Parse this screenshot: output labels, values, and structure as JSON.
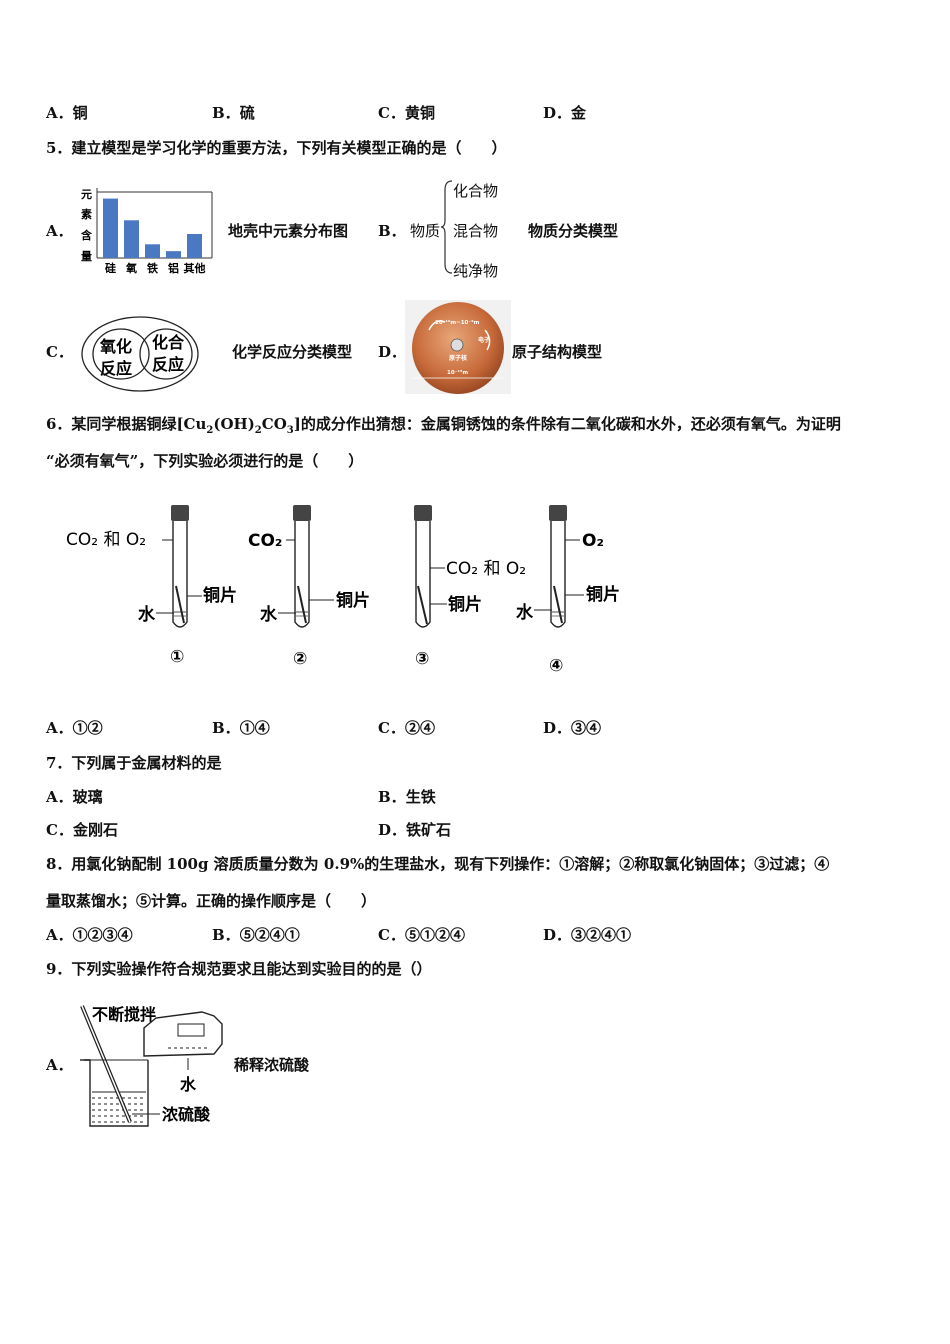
{
  "q4": {
    "options": [
      {
        "key": "A．",
        "text": "铜"
      },
      {
        "key": "B．",
        "text": "硫"
      },
      {
        "key": "C．",
        "text": "黄铜"
      },
      {
        "key": "D．",
        "text": "金"
      }
    ]
  },
  "q5": {
    "stem": "5．建立模型是学习化学的重要方法，下列有关模型正确的是（　　）",
    "a_key": "A．",
    "a_caption": "地壳中元素分布图",
    "b_key": "B．",
    "b_caption": "物质分类模型",
    "c_key": "C．",
    "c_caption": "化学反应分类模型",
    "d_key": "D．",
    "d_caption": "原子结构模型",
    "chart_data": {
      "type": "bar",
      "categories": [
        "硅",
        "氧",
        "铁",
        "铝",
        "其他"
      ],
      "values": [
        52,
        33,
        12,
        6,
        21
      ],
      "ylabel": "元素含量",
      "grid": false,
      "color": "#4a78c2"
    },
    "b_diagram": {
      "root": "物质",
      "branches": [
        "化合物",
        "混合物",
        "纯净物"
      ]
    },
    "c_diagram": {
      "left": [
        "氧化",
        "反应"
      ],
      "right": [
        "化合",
        "反应"
      ]
    },
    "d_diagram": {
      "top": "10⁻¹⁰m~10⁻⁹m",
      "nucleus": "原子核",
      "electron": "电子",
      "bottom": "10⁻¹⁵m"
    }
  },
  "q6": {
    "stem_l1_a": "6．某同学根据铜绿[Cu",
    "sub2": "2",
    "stem_l1_b": "(OH)",
    "stem_l1_c": "CO",
    "sub3": "3",
    "stem_l1_d": "]的成分作出猜想：金属铜锈蚀的条件除有二氧化碳和水外，还必须有氧气。为证明",
    "stem_l2": "“必须有氧气”，下列实验必须进行的是（　　）",
    "tubes": [
      {
        "gas": "CO₂ 和 O₂",
        "metal": "铜片",
        "water": "水",
        "num": "①"
      },
      {
        "gas": "CO₂",
        "metal": "铜片",
        "water": "水",
        "num": "②"
      },
      {
        "gas": "CO₂ 和 O₂",
        "metal": "铜片",
        "num": "③"
      },
      {
        "gas": "O₂",
        "metal": "铜片",
        "water": "水",
        "num": "④"
      }
    ],
    "options": [
      {
        "key": "A．",
        "text": "①②"
      },
      {
        "key": "B．",
        "text": "①④"
      },
      {
        "key": "C．",
        "text": "②④"
      },
      {
        "key": "D．",
        "text": "③④"
      }
    ]
  },
  "q7": {
    "stem": "7．下列属于金属材料的是",
    "options": [
      {
        "key": "A．",
        "text": "玻璃"
      },
      {
        "key": "B．",
        "text": "生铁"
      },
      {
        "key": "C．",
        "text": "金刚石"
      },
      {
        "key": "D．",
        "text": "铁矿石"
      }
    ]
  },
  "q8": {
    "stem_l1": "8．用氯化钠配制 100g 溶质质量分数为 0.9%的生理盐水，现有下列操作：①溶解；②称取氯化钠固体；③过滤；④",
    "stem_l2": "量取蒸馏水；⑤计算。正确的操作顺序是（　　）",
    "options": [
      {
        "key": "A．",
        "text": "①②③④"
      },
      {
        "key": "B．",
        "text": "⑤②④①"
      },
      {
        "key": "C．",
        "text": "⑤①②④"
      },
      {
        "key": "D．",
        "text": "③②④①"
      }
    ]
  },
  "q9": {
    "stem": "9．下列实验操作符合规范要求且能达到实验目的的是（）",
    "a_key": "A．",
    "a_caption": "稀释浓硫酸",
    "labels": {
      "stir": "不断搅拌",
      "water": "水",
      "acid": "浓硫酸"
    }
  }
}
